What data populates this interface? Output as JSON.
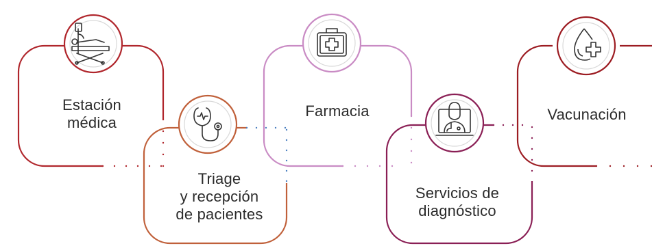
{
  "colors": {
    "red": "#b0262c",
    "orange": "#c0603a",
    "pink": "#c98bc4",
    "purple": "#8a1f55",
    "dark_red": "#9c1c22",
    "blue_dots": "#4a7fc0",
    "text": "#2b2b2b",
    "icon_stroke": "#333333"
  },
  "steps": [
    {
      "lines": [
        "Estación",
        "médica"
      ],
      "icon": "hospital-bed-iv-icon"
    },
    {
      "lines": [
        "Triage",
        "y recepción",
        "de pacientes"
      ],
      "icon": "stethoscope-icon"
    },
    {
      "lines": [
        "Farmacia"
      ],
      "icon": "first-aid-kit-icon"
    },
    {
      "lines": [
        "Servicios de",
        "diagnóstico"
      ],
      "icon": "doctor-monitor-icon"
    },
    {
      "lines": [
        "Vacunación"
      ],
      "icon": "blood-drop-plus-icon"
    }
  ]
}
